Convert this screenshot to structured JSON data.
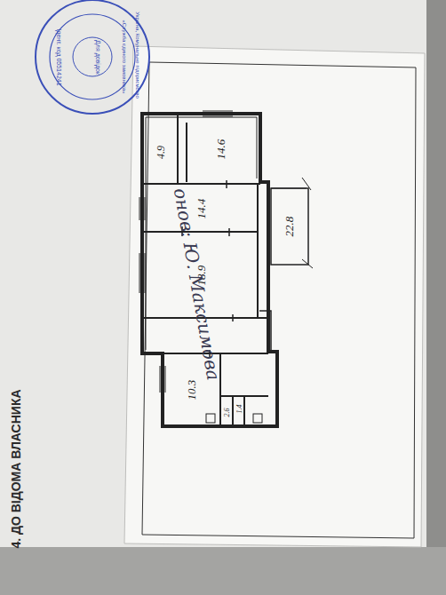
{
  "diagram": {
    "nodes": [
      {
        "text": [
          "4.9"
        ]
      },
      {
        "text": [
          "14.6"
        ]
      },
      {
        "text": [
          "14.4"
        ]
      },
      {
        "text": [
          "18.9"
        ]
      },
      {
        "text": [
          "22.8"
        ]
      },
      {
        "text": [
          "10.3"
        ]
      },
      {
        "text": [
          "2.6"
        ]
      },
      {
        "text": [
          "1.4"
        ]
      }
    ],
    "labels": [
      "4. ДО ВІДОМА ВЛАСНИКА",
      "Україна, Комунальне підприємство",
      "«Служба єдиного замовника»",
      "Ідент. код 05514241",
      "Для довідок",
      "онов: Ю. Максимова"
    ]
  }
}
